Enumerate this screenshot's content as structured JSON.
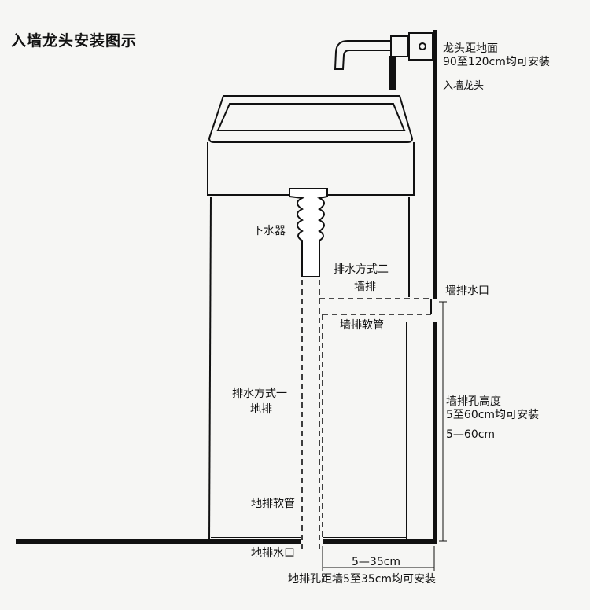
{
  "title": "入墙龙头安装图示",
  "faucet": {
    "height_line1": "龙头距地面",
    "height_line2": "90至120cm均可安装",
    "type": "入墙龙头"
  },
  "drain_valve": "下水器",
  "method2": {
    "line1": "排水方式二",
    "line2": "墙排"
  },
  "wall_outlet": "墙排水口",
  "wall_hose": "墙排软管",
  "method1": {
    "line1": "排水方式一",
    "line2": "地排"
  },
  "wall_hole": {
    "line1": "墙排孔高度",
    "line2": "5至60cm均可安装",
    "dim": "5—60cm"
  },
  "floor_hose": "地排软管",
  "floor_outlet": "地排水口",
  "floor_dim": "5—35cm",
  "floor_note": "地排孔距墙5至35cm均可安装"
}
